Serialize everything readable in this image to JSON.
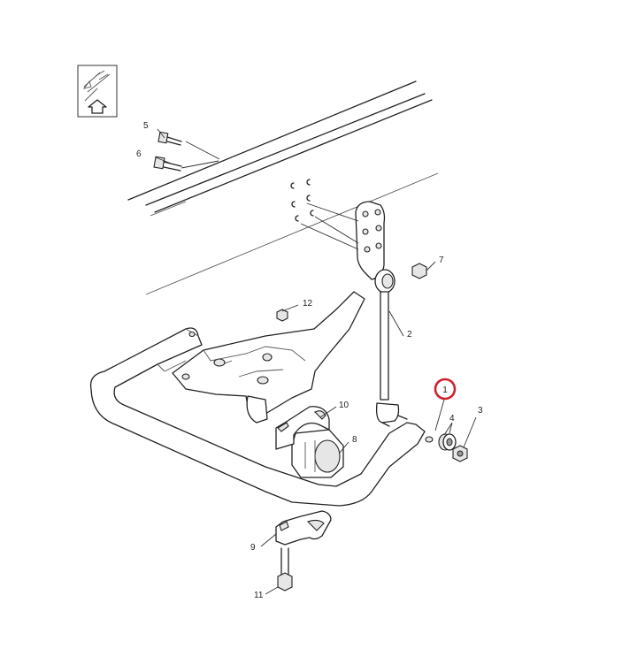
{
  "diagram": {
    "highlight_color": "#d0202e",
    "highlighted_callout": "1",
    "callouts": [
      "1",
      "2",
      "3",
      "4",
      "5",
      "6",
      "7",
      "8",
      "9",
      "10",
      "11",
      "12"
    ]
  },
  "icons": {
    "orientation": "orientation-arrow-icon"
  }
}
